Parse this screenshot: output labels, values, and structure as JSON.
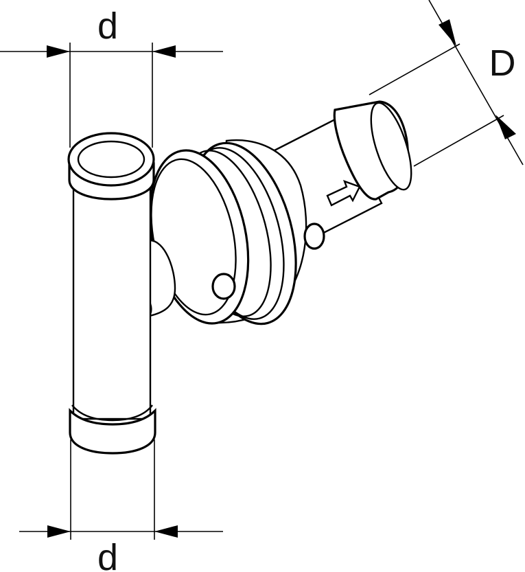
{
  "diagram": {
    "labels": {
      "top_dimension": "d",
      "bottom_dimension": "d",
      "right_dimension": "D"
    }
  },
  "colors": {
    "stroke": "#000000",
    "background": "#ffffff"
  }
}
